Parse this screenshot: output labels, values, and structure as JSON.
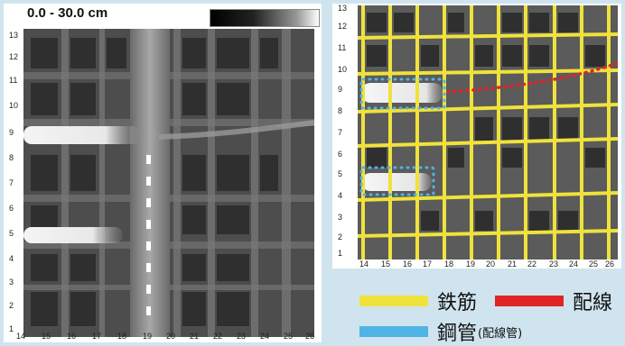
{
  "left_image": {
    "range_label": "0.0 - 30.0 cm",
    "y_ticks": [
      "13",
      "12",
      "11",
      "10",
      "9",
      "8",
      "7",
      "6",
      "5",
      "4",
      "3",
      "2",
      "1"
    ],
    "x_ticks": [
      "14",
      "15",
      "16",
      "17",
      "18",
      "19",
      "20",
      "21",
      "22",
      "23",
      "24",
      "25",
      "26"
    ]
  },
  "right_image": {
    "y_ticks": [
      "13",
      "12",
      "11",
      "10",
      "9",
      "8",
      "7",
      "6",
      "5",
      "4",
      "3",
      "2",
      "1"
    ],
    "x_ticks": [
      "14",
      "15",
      "16",
      "17",
      "18",
      "19",
      "20",
      "21",
      "22",
      "23",
      "24",
      "25",
      "26"
    ]
  },
  "legend": {
    "rebar_label": "鉄筋",
    "wiring_label": "配線",
    "steel_pipe_label": "鋼管",
    "steel_pipe_note": "(配線管)"
  },
  "colors": {
    "rebar": "#f0e23c",
    "wiring": "#e02424",
    "steel_pipe": "#4fb3e6",
    "background": "#cfe4ee"
  }
}
